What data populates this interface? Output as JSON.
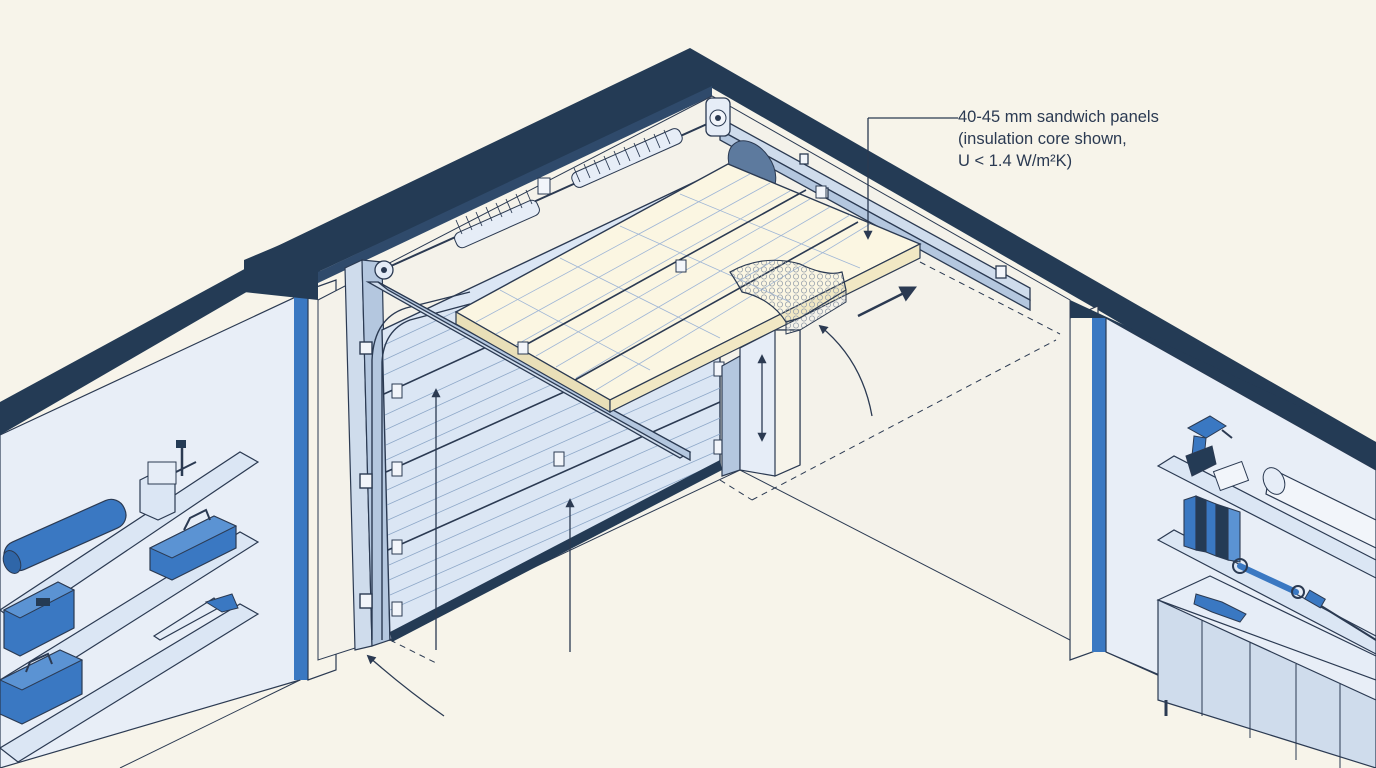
{
  "callout": {
    "line1": "40-45 mm sandwich panels",
    "line2": "(insulation core shown,",
    "line3": "U < 1.4 W/m²K)"
  },
  "colors": {
    "background": "#f7f4ea",
    "wall_top": "#243b55",
    "accent_blue": "#3a78c2",
    "panel_light": "#dde8f6",
    "line": "#2b3a52",
    "insulation": "#fbf6e2"
  },
  "icons": [
    "drill-icon",
    "wrench-icon",
    "screwdriver-icon",
    "hand-saw-icon",
    "toolbox-icon",
    "paint-roller-icon",
    "bench-vise-icon",
    "binder-icon"
  ]
}
